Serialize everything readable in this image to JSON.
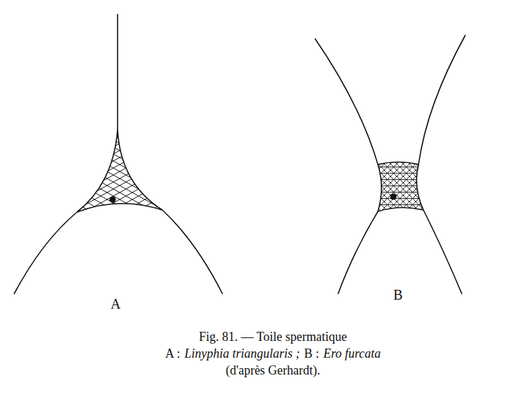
{
  "diagram": {
    "caption": "Fig. 81. — Toile spermatique",
    "labels": [
      "A",
      "B",
      "A :",
      "Linyphia triangularis ;",
      "B :",
      "Ero furcata",
      "(d'après Gerhardt)."
    ]
  }
}
